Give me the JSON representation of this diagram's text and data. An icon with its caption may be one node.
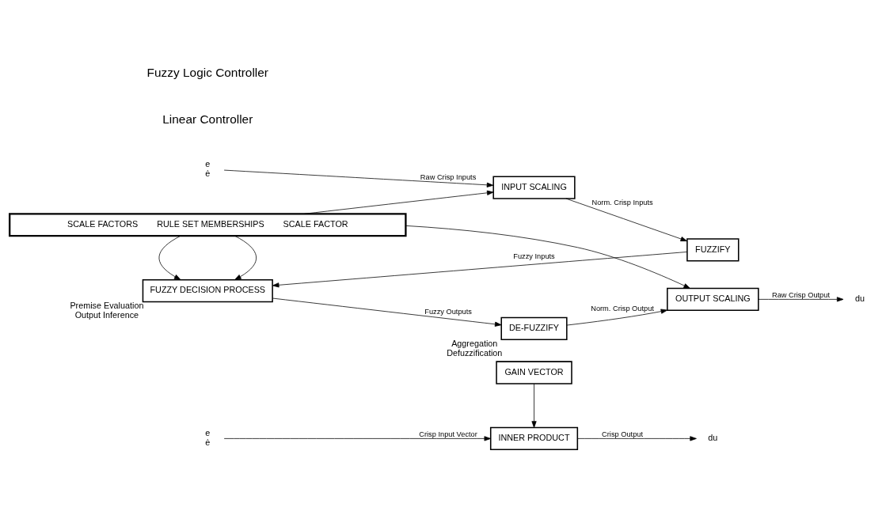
{
  "diagram": {
    "nodes": [
      {
        "text": [
          "GAIN VECTOR"
        ]
      },
      {
        "text": [
          "INNER PRODUCT"
        ]
      },
      {
        "text": [
          "e",
          "ė"
        ]
      },
      {
        "text": [
          "du"
        ]
      },
      {
        "text": [
          "SCALE FACTORS",
          "RULE SET MEMBERSHIPS",
          "SCALE FACTOR"
        ]
      },
      {
        "text": [
          "e",
          "ė"
        ]
      },
      {
        "text": [
          "INPUT SCALING"
        ]
      },
      {
        "text": [
          "FUZZIFY"
        ]
      },
      {
        "text": [
          "FUZZY DECISION PROCESS"
        ],
        "beside": [
          "Premise Evaluation",
          "Output Inference"
        ]
      },
      {
        "text": [
          "DE-FUZZIFY"
        ],
        "beside": [
          "Aggregation",
          "Defuzzification"
        ]
      },
      {
        "text": [
          "OUTPUT SCALING"
        ]
      },
      {
        "text": [
          "du"
        ]
      }
    ],
    "edges": [
      {
        "from": 0,
        "to": 1,
        "arrow": "to"
      },
      {
        "from": 2,
        "to": 1,
        "arrow": "to",
        "label": "Crisp Input Vector"
      },
      {
        "from": 1,
        "to": 3,
        "arrow": "to",
        "label": "Crisp Output"
      },
      {
        "from": 4,
        "to": 6,
        "arrow": "to"
      },
      {
        "from": 4,
        "to": 8,
        "arrow": "to"
      },
      {
        "from": 4,
        "to": 8,
        "arrow": "to"
      },
      {
        "from": 4,
        "to": 10,
        "arrow": "to"
      },
      {
        "from": 5,
        "to": 6,
        "arrow": "to",
        "label": "Raw Crisp Inputs"
      },
      {
        "from": 6,
        "to": 7,
        "arrow": "to",
        "label": "Norm. Crisp Inputs"
      },
      {
        "from": 7,
        "to": 8,
        "arrow": "to",
        "label": "Fuzzy Inputs"
      },
      {
        "from": 8,
        "to": 9,
        "arrow": "to",
        "label": "Fuzzy Outputs"
      },
      {
        "from": 9,
        "to": 10,
        "arrow": "to",
        "label": "Norm. Crisp Output"
      },
      {
        "from": 10,
        "to": 11,
        "arrow": "to",
        "label": "Raw Crisp Output"
      }
    ],
    "labels": [
      "Linear Controller",
      "Fuzzy Logic Controller"
    ]
  }
}
